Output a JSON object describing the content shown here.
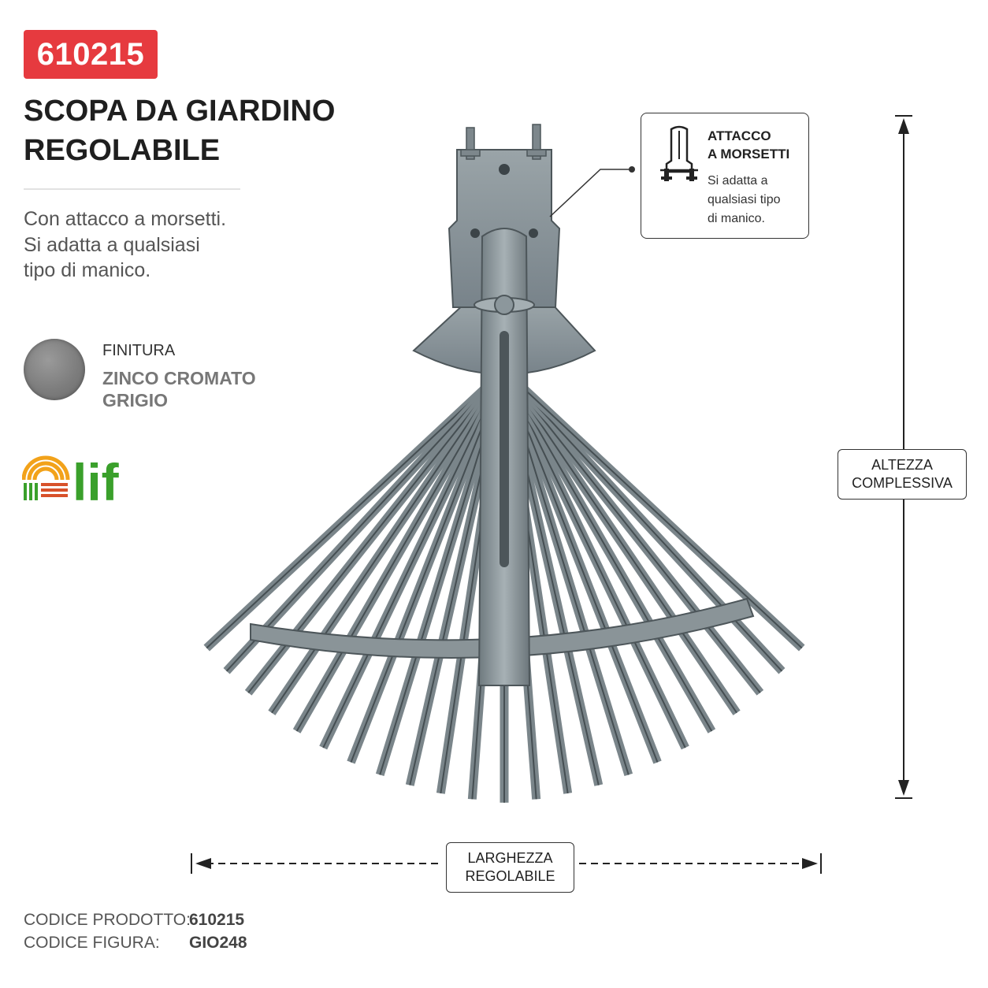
{
  "header": {
    "badge_code": "610215",
    "title_line1": "SCOPA  DA GIARDINO",
    "title_line2": "REGOLABILE"
  },
  "description": {
    "line1": "Con attacco a morsetti.",
    "line2": "Si adatta a qualsiasi",
    "line3": "tipo di manico."
  },
  "finish": {
    "label": "FINITURA",
    "value_line1": "ZINCO CROMATO",
    "value_line2": "GRIGIO",
    "swatch_color": "#7f7f7f"
  },
  "brand": {
    "logo_text": "lif",
    "logo_color": "#3aa02b"
  },
  "callout": {
    "title_line1": "ATTACCO",
    "title_line2": "A MORSETTI",
    "text_line1": "Si adatta a",
    "text_line2": "qualsiasi tipo",
    "text_line3": "di manico.",
    "icon": "clamp-icon"
  },
  "dimensions": {
    "height_line1": "ALTEZZA",
    "height_line2": "COMPLESSIVA",
    "width_line1": "LARGHEZZA",
    "width_line2": "REGOLABILE"
  },
  "codes": {
    "product_label": "CODICE PRODOTTO:",
    "product_value": "610215",
    "figure_label": "CODICE FIGURA:",
    "figure_value": "GIO248"
  },
  "colors": {
    "accent_red": "#e63a3f",
    "metal": "#8c979c"
  }
}
